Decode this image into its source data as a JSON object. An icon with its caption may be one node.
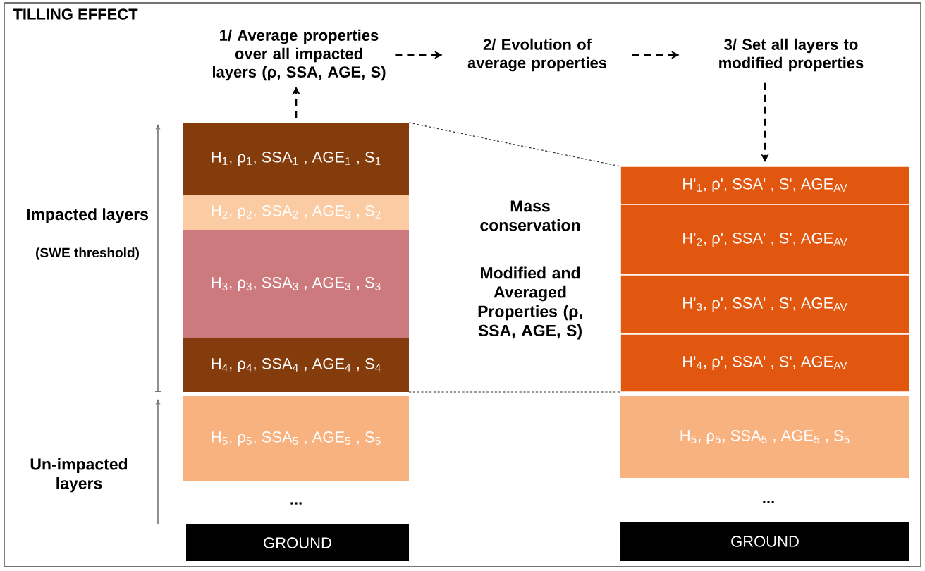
{
  "diagram": {
    "title": "TILLING EFFECT",
    "nodes": [
      {
        "text": [
          "1/ Average properties over all impacted layers (ρ, SSA, AGE, S)"
        ]
      },
      {
        "text": [
          "2/ Evolution of average properties"
        ]
      },
      {
        "text": [
          "3/ Set all layers to modified properties"
        ]
      },
      {
        "text": [
          "H$_{1}$, ρ$_{1}$, SSA$_{1}$ , AGE$_{1}$ , S$_{1}$"
        ]
      },
      {
        "text": [
          "H$_{2}$, ρ$_{2}$, SSA$_{2}$ , AGE$_{3}$ , S$_{2}$"
        ]
      },
      {
        "text": [
          "H$_{3}$, ρ$_{3}$, SSA$_{3}$ , AGE$_{3}$ , S$_{3}$"
        ]
      },
      {
        "text": [
          "H$_{4}$, ρ$_{4}$, SSA$_{4}$ , AGE$_{4}$ , S$_{4}$"
        ]
      },
      {
        "text": [
          "H$_{5}$, ρ$_{5}$, SSA$_{5}$ , AGE$_{5}$ , S$_{5}$"
        ]
      },
      {
        "text": [
          "GROUND"
        ]
      },
      {
        "text": [
          "H'$_{1}$, ρ', SSA' , S', AGE$_{AV}$"
        ]
      },
      {
        "text": [
          "H'$_{2}$, ρ', SSA' , S', AGE$_{AV}$"
        ]
      },
      {
        "text": [
          "H'$_{3}$, ρ', SSA' , S', AGE$_{AV}$"
        ]
      },
      {
        "text": [
          "H'$_{4}$, ρ', SSA' , S', AGE$_{AV}$"
        ]
      },
      {
        "text": [
          "H$_{5}$, ρ$_{5}$, SSA$_{5}$ , AGE$_{5}$ , S$_{5}$"
        ]
      },
      {
        "text": [
          "GROUND"
        ]
      }
    ],
    "edges": [
      {
        "from": 0,
        "to": 1,
        "arrow": "to",
        "style": "dashed"
      },
      {
        "from": 1,
        "to": 2,
        "arrow": "to",
        "style": "dashed"
      },
      {
        "from": 3,
        "to": 0,
        "arrow": "to",
        "style": "dashed"
      },
      {
        "from": 2,
        "to": 9,
        "arrow": "to",
        "style": "dashed"
      },
      {
        "from": 3,
        "to": 9,
        "arrow": "none",
        "style": "dashed"
      },
      {
        "from": 6,
        "to": 12,
        "arrow": "none",
        "style": "dashed"
      }
    ],
    "labels": [
      "Impacted layers",
      "Mass conservation",
      "(SWE threshold)",
      "Modified and Averaged Properties (ρ, SSA, AGE, S)",
      "Un-impacted layers",
      "...",
      "..."
    ]
  }
}
